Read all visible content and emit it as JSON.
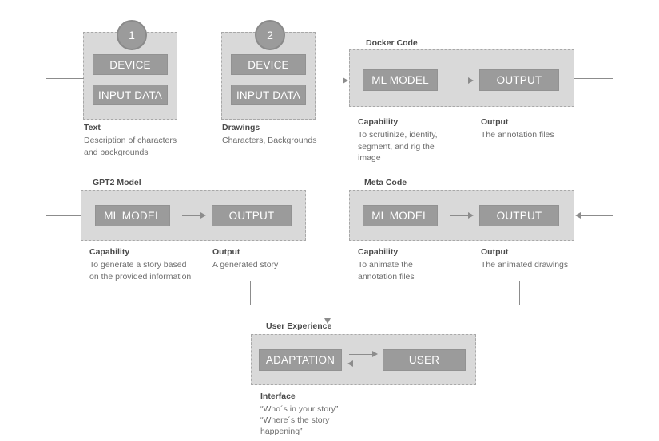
{
  "diagram": {
    "title": "ML pipeline flow diagram",
    "colors": {
      "panel_fill": "#d9d9d9",
      "panel_border": "#a8a8a8",
      "block_fill": "#9b9b9b",
      "block_text": "#ffffff",
      "connector": "#8c8c8c",
      "heading_text": "#4a4a4a",
      "body_text": "#6d6d6d",
      "background": "#ffffff"
    },
    "steps": [
      {
        "number": "1"
      },
      {
        "number": "2"
      }
    ],
    "input_panels": [
      {
        "step": "1",
        "blocks": [
          "DEVICE",
          "INPUT DATA"
        ],
        "caption_title": "Text",
        "caption_body": "Description of characters and backgrounds"
      },
      {
        "step": "2",
        "blocks": [
          "DEVICE",
          "INPUT DATA"
        ],
        "caption_title": "Drawings",
        "caption_body": "Characters, Backgrounds"
      }
    ],
    "model_panels": [
      {
        "id": "docker-code",
        "title": "Docker Code",
        "blocks": [
          "ML MODEL",
          "OUTPUT"
        ],
        "capability_label": "Capability",
        "capability_text": "To scrutinize, identify, segment, and rig the image",
        "output_label": "Output",
        "output_text": "The annotation files"
      },
      {
        "id": "gpt2-model",
        "title": "GPT2 Model",
        "blocks": [
          "ML MODEL",
          "OUTPUT"
        ],
        "capability_label": "Capability",
        "capability_text": "To generate a story based on the provided information",
        "output_label": "Output",
        "output_text": "A generated story"
      },
      {
        "id": "meta-code",
        "title": "Meta Code",
        "blocks": [
          "ML MODEL",
          "OUTPUT"
        ],
        "capability_label": "Capability",
        "capability_text": "To animate the annotation files",
        "output_label": "Output",
        "output_text": "The animated drawings"
      }
    ],
    "user_experience": {
      "title": "User Experience",
      "blocks": [
        "ADAPTATION",
        "USER"
      ],
      "interface_label": "Interface",
      "interface_lines": [
        "“Who´s in your story”",
        "“Where´s the story",
        "happening”"
      ]
    }
  }
}
